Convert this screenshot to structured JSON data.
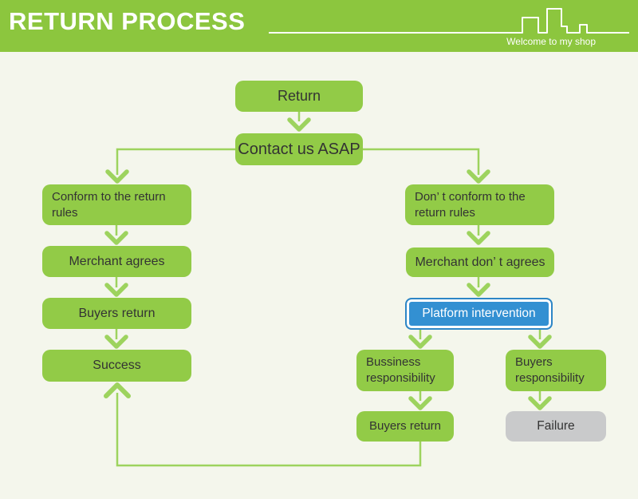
{
  "header": {
    "title": "RETURN PROCESS",
    "tagline": "Welcome to my shop",
    "skyline_icon": "city-skyline-outline"
  },
  "flowchart": {
    "nodes": [
      {
        "id": "return",
        "label": "Return"
      },
      {
        "id": "contact-us-asap",
        "label": "Contact us ASAP"
      },
      {
        "id": "conform-rules",
        "label": "Conform to the return\nrules"
      },
      {
        "id": "merchant-agrees",
        "label": "Merchant agrees"
      },
      {
        "id": "buyers-return-left",
        "label": "Buyers return"
      },
      {
        "id": "success",
        "label": "Success"
      },
      {
        "id": "dont-conform-rules",
        "label": "Don’ t conform to the\nreturn rules"
      },
      {
        "id": "merchant-dont-agrees",
        "label": "Merchant don’ t agrees"
      },
      {
        "id": "platform-intervention",
        "label": "Platform intervention"
      },
      {
        "id": "business-responsibility",
        "label": "Bussiness\nresponsibility"
      },
      {
        "id": "buyers-responsibility",
        "label": "Buyers\nresponsibility"
      },
      {
        "id": "buyers-return-right",
        "label": "Buyers return"
      },
      {
        "id": "failure",
        "label": "Failure"
      }
    ]
  },
  "colors": {
    "header_green": "#8cc63e",
    "node_green": "#92cb47",
    "connector_green": "#9dd35e",
    "platform_blue": "#3390d2",
    "platform_border_blue": "#2d86c6",
    "failure_gray": "#c9cacb",
    "background": "#f4f6ec",
    "text_dark": "#333333",
    "text_white": "#ffffff"
  }
}
